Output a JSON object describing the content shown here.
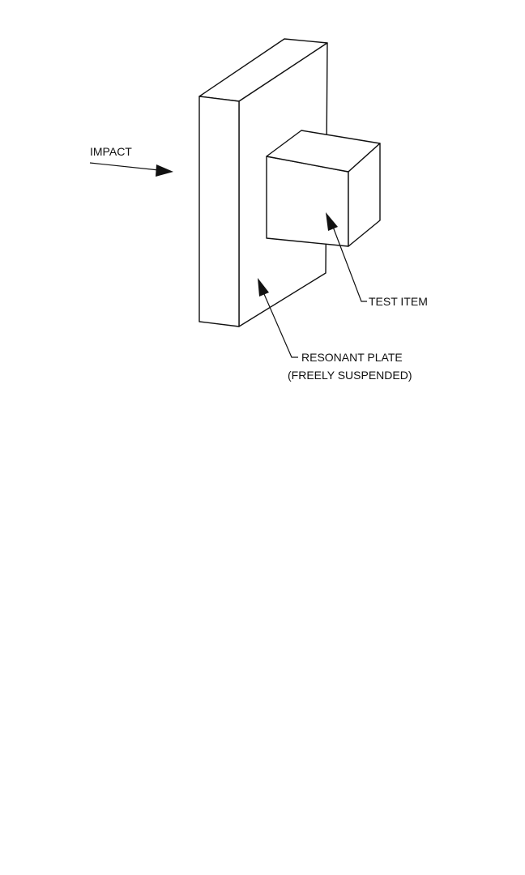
{
  "labels": {
    "impact": "IMPACT",
    "test_item": "TEST ITEM",
    "resonant_plate_line1": "RESONANT PLATE",
    "resonant_plate_line2": "(FREELY SUSPENDED)"
  }
}
